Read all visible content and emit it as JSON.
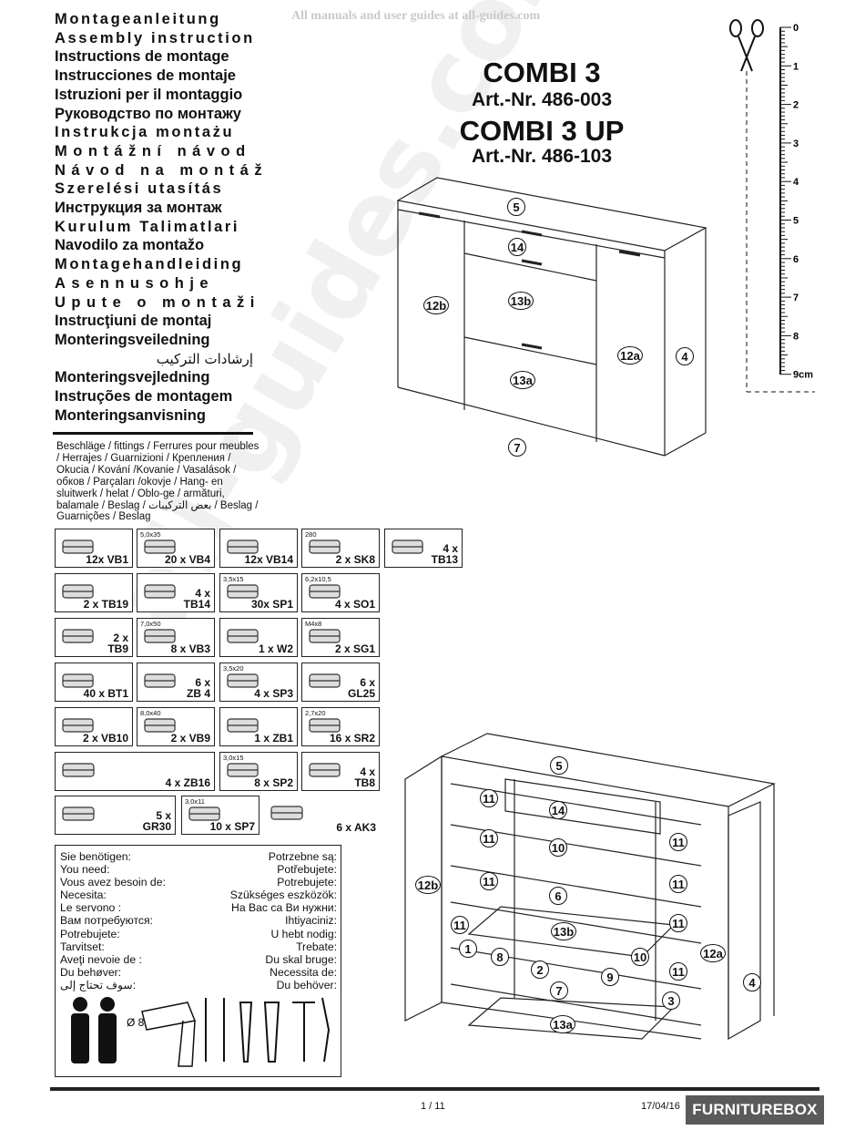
{
  "banner": "All manuals and user guides at all-guides.com",
  "watermark": "all-guides.com",
  "titles": [
    "Montageanleitung",
    "Assembly instruction",
    "Instructions de montage",
    "Instrucciones de montaje",
    "Istruzioni per il montaggio",
    "Руководство по монтажу",
    "Instrukcja montażu",
    "Montážní návod",
    "Návod na montáž",
    "Szerelési utasítás",
    "Инструкция за монтаж",
    "Kurulum Talimatlari",
    "Navodilo za montažo",
    "Montagehandleiding",
    "Asennusohje",
    "Upute o montaži",
    "Instrucţiuni de montaj",
    "Monteringsveiledning",
    "إرشادات التركيب",
    "Monteringsvejledning",
    "Instruções de montagem",
    "Monteringsanvisning"
  ],
  "fittings_label": "Beschläge / fittings / Ferrures pour meubles / Herrajes / Guarnizioni / Крепления / Okucia / Kování /Kovanie / Vasalások / обков / Parçaları /okovje / Hang- en sluitwerk / helat / Oblo-ge / armături, balamale / Beslag / بعض التركيبات / Beslag / Guarnições / Beslag",
  "product": {
    "name1": "COMBI 3",
    "art1": "Art.-Nr. 486-003",
    "name2": "COMBI 3 UP",
    "art2": "Art.-Nr. 486-103"
  },
  "ruler": {
    "ticks": [
      "0",
      "1",
      "2",
      "3",
      "4",
      "5",
      "6",
      "7",
      "8",
      "9cm"
    ]
  },
  "fittings": [
    {
      "label": "12x VB1",
      "size": ""
    },
    {
      "label": "20 x VB4",
      "size": "5,0x35"
    },
    {
      "label": "12x VB14",
      "size": ""
    },
    {
      "label": "2 x SK8",
      "size": "280"
    },
    {
      "label": "4 x\nTB13",
      "size": ""
    },
    {
      "label": "2 x TB19",
      "size": ""
    },
    {
      "label": "4 x\nTB14",
      "size": ""
    },
    {
      "label": "30x SP1",
      "size": "3,5x15"
    },
    {
      "label": "4 x SO1",
      "size": "6,2x10,5"
    },
    {
      "label": "2 x\nTB9",
      "size": ""
    },
    {
      "label": "8 x VB3",
      "size": "7,0x50"
    },
    {
      "label": "1 x W2",
      "size": ""
    },
    {
      "label": "2 x SG1",
      "size": "M4x8"
    },
    {
      "label": "40 x BT1",
      "size": ""
    },
    {
      "label": "6 x\nZB 4",
      "size": ""
    },
    {
      "label": "4 x SP3",
      "size": "3,5x20"
    },
    {
      "label": "6 x\nGL25",
      "size": ""
    },
    {
      "label": "2 x VB10",
      "size": ""
    },
    {
      "label": "2 x VB9",
      "size": "8,0x40"
    },
    {
      "label": "1 x ZB1",
      "size": ""
    },
    {
      "label": "16 x SR2",
      "size": "2,7x20"
    },
    {
      "label": "4 x ZB16",
      "size": ""
    },
    {
      "label": "8 x SP2",
      "size": "3,0x15"
    },
    {
      "label": "4 x\nTB8",
      "size": ""
    },
    {
      "label": "5 x\nGR30",
      "size": ""
    },
    {
      "label": "10 x SP7",
      "size": "3,0x11"
    },
    {
      "label": "6 x AK3",
      "size": ""
    }
  ],
  "needs_left": [
    "Sie benötigen:",
    "You need:",
    "Vous avez besoin de:",
    "Necesita:",
    "Le servono :",
    "Вам потребуются:",
    "Potrebujete:",
    "Tarvitset:",
    "Aveţi nevoie de :",
    "Du behøver:",
    "سوف تحتاج إلى:"
  ],
  "needs_right": [
    "Potrzebne są:",
    "Potřebujete:",
    "Potrebujete:",
    "Szükséges eszközök:",
    "На Вас са Ви нужни:",
    "Ihtiyaciniz:",
    "U hebt nodig:",
    "Trebate:",
    "Du skal bruge:",
    "Necessita de:",
    "Du behöver:"
  ],
  "drill_size": "Ø 8",
  "top_callouts": [
    "5",
    "14",
    "13b",
    "12b",
    "12a",
    "4",
    "13a",
    "7"
  ],
  "bottom_callouts": [
    "5",
    "14",
    "11",
    "11",
    "11",
    "10",
    "11",
    "11",
    "6",
    "11",
    "13b",
    "11",
    "12b",
    "12a",
    "1",
    "8",
    "2",
    "10",
    "11",
    "9",
    "7",
    "3",
    "4",
    "13a"
  ],
  "footer": {
    "page": "1 / 11",
    "date": "17/04/16",
    "brand": "FURNITUREBOX"
  }
}
